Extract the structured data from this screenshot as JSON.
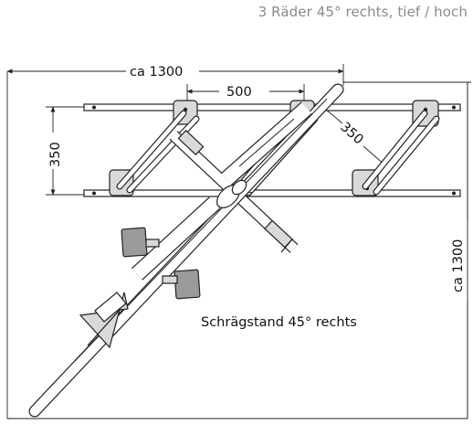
{
  "header": {
    "title": "3 Räder 45° rechts, tief / hoch"
  },
  "dimensions": {
    "top_width": "ca 1300",
    "right_height": "ca 1300",
    "spacing": "500",
    "rail_gap": "350",
    "diag_offset": "350"
  },
  "caption": "Schrägstand 45° rechts"
}
